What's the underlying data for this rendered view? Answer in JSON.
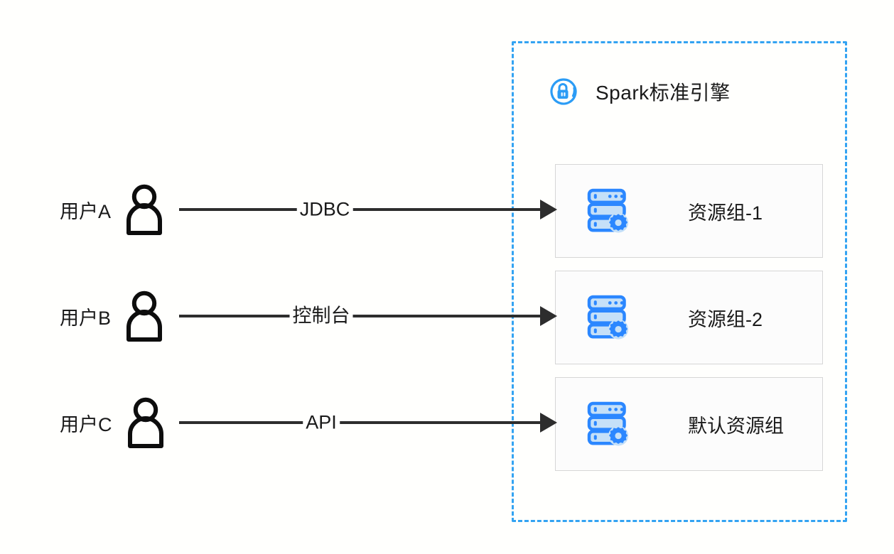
{
  "diagram": {
    "engine": {
      "title": "Spark标准引擎",
      "icon": "lock-circle-icon",
      "border_color": "#33a3f2",
      "border_style": "dashed"
    },
    "resource_groups": [
      {
        "label": "资源组-1",
        "icon": "server-rack-gear-icon"
      },
      {
        "label": "资源组-2",
        "icon": "server-rack-gear-icon"
      },
      {
        "label": "默认资源组",
        "icon": "server-rack-gear-icon"
      }
    ],
    "users": [
      {
        "label": "用户A",
        "icon": "person-icon"
      },
      {
        "label": "用户B",
        "icon": "person-icon"
      },
      {
        "label": "用户C",
        "icon": "person-icon"
      }
    ],
    "connections": [
      {
        "from": "用户A",
        "to": "资源组-1",
        "label": "JDBC"
      },
      {
        "from": "用户B",
        "to": "资源组-2",
        "label": "控制台"
      },
      {
        "from": "用户C",
        "to": "默认资源组",
        "label": "API"
      }
    ],
    "colors": {
      "accent_blue": "#2b87ff",
      "icon_fill": "#c5e0f8",
      "dashed_border": "#33a3f2",
      "card_border": "#d6d6d6",
      "arrow": "#2d2d2d",
      "text": "#1a1a1a",
      "background": "#fffffd"
    }
  }
}
